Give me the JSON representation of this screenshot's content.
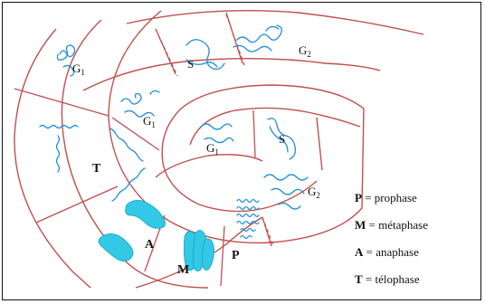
{
  "diagram": {
    "phase_labels": {
      "g1_outer": "G",
      "g1_outer_sub": "1",
      "s_outer": "S",
      "g2_outer": "G",
      "g2_outer_sub": "2",
      "g1_middle": "G",
      "g1_middle_sub": "1",
      "g1_inner": "G",
      "g1_inner_sub": "1",
      "s_inner": "S",
      "g2_inner": "G",
      "g2_inner_sub": "2",
      "t": "T",
      "a": "A",
      "m": "M",
      "p": "P"
    },
    "colors": {
      "ring_lines": "#c0504d",
      "chromatin": "#1f8fd6",
      "chromosome_fill": "#33c8e6"
    }
  },
  "legend": [
    {
      "key": "P",
      "sep": " = ",
      "text": "prophase"
    },
    {
      "key": "M",
      "sep": " = ",
      "text": "métaphase"
    },
    {
      "key": "A",
      "sep": " = ",
      "text": "anaphase"
    },
    {
      "key": "T",
      "sep": " = ",
      "text": "télophase"
    }
  ]
}
